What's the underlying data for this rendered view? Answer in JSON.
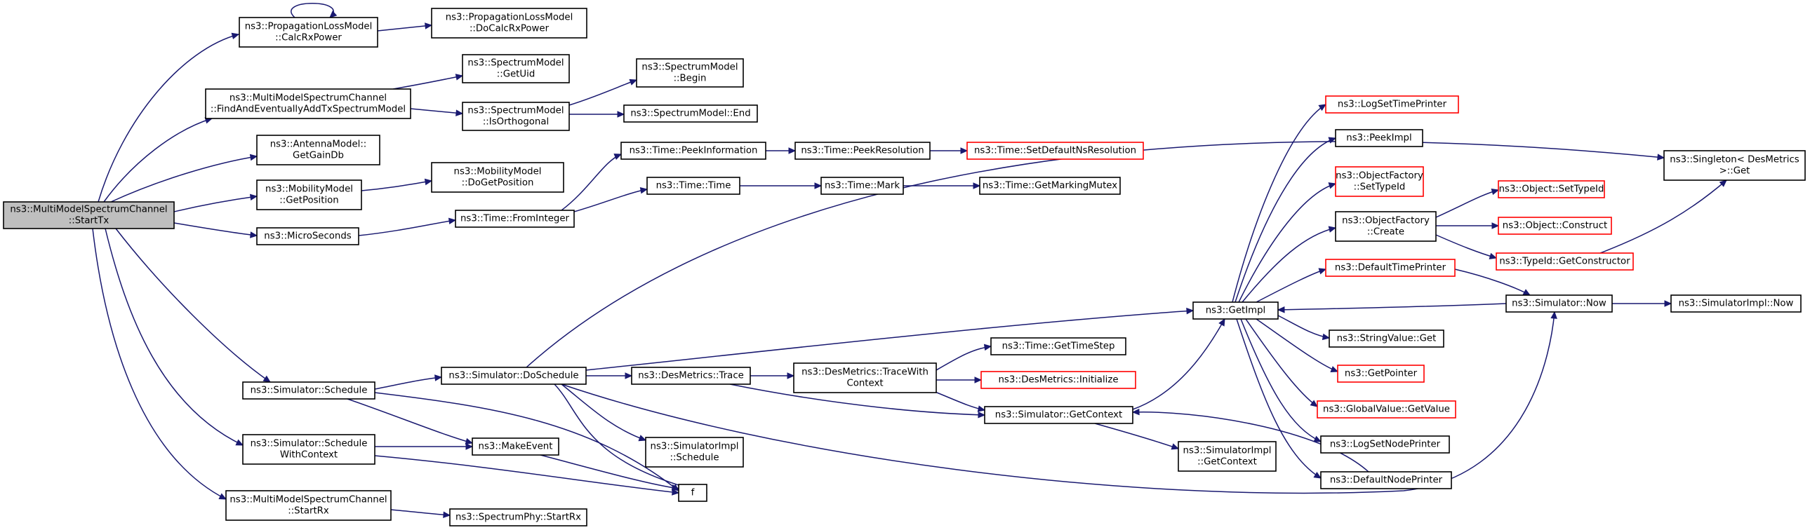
{
  "graph": {
    "title": "",
    "colors": {
      "edge": "#191970",
      "root_fill": "#bfbfbf",
      "node_border": "#000000",
      "truncated_border": "#ff0000"
    },
    "nodes": [
      {
        "id": "startTx",
        "lines": [
          "ns3::MultiModelSpectrumChannel",
          "::StartTx"
        ],
        "style": "root"
      },
      {
        "id": "calcRx",
        "lines": [
          "ns3::PropagationLossModel",
          "::CalcRxPower"
        ],
        "style": "normal"
      },
      {
        "id": "doCalcRx",
        "lines": [
          "ns3::PropagationLossModel",
          "::DoCalcRxPower"
        ],
        "style": "normal"
      },
      {
        "id": "findAdd",
        "lines": [
          "ns3::MultiModelSpectrumChannel",
          "::FindAndEventuallyAddTxSpectrumModel"
        ],
        "style": "normal"
      },
      {
        "id": "getUid",
        "lines": [
          "ns3::SpectrumModel",
          "::GetUid"
        ],
        "style": "normal"
      },
      {
        "id": "isOrth",
        "lines": [
          "ns3::SpectrumModel",
          "::IsOrthogonal"
        ],
        "style": "normal"
      },
      {
        "id": "smBegin",
        "lines": [
          "ns3::SpectrumModel",
          "::Begin"
        ],
        "style": "normal"
      },
      {
        "id": "smEnd",
        "lines": [
          "ns3::SpectrumModel::End"
        ],
        "style": "normal"
      },
      {
        "id": "gainDb",
        "lines": [
          "ns3::AntennaModel::",
          "GetGainDb"
        ],
        "style": "normal"
      },
      {
        "id": "getPos",
        "lines": [
          "ns3::MobilityModel",
          "::GetPosition"
        ],
        "style": "normal"
      },
      {
        "id": "doGetPos",
        "lines": [
          "ns3::MobilityModel",
          "::DoGetPosition"
        ],
        "style": "normal"
      },
      {
        "id": "micro",
        "lines": [
          "ns3::MicroSeconds"
        ],
        "style": "normal"
      },
      {
        "id": "fromInt",
        "lines": [
          "ns3::Time::FromInteger"
        ],
        "style": "normal"
      },
      {
        "id": "peekInfo",
        "lines": [
          "ns3::Time::PeekInformation"
        ],
        "style": "normal"
      },
      {
        "id": "peekRes",
        "lines": [
          "ns3::Time::PeekResolution"
        ],
        "style": "normal"
      },
      {
        "id": "setDefRes",
        "lines": [
          "ns3::Time::SetDefaultNsResolution"
        ],
        "style": "truncated"
      },
      {
        "id": "timeTime",
        "lines": [
          "ns3::Time::Time"
        ],
        "style": "normal"
      },
      {
        "id": "timeMark",
        "lines": [
          "ns3::Time::Mark"
        ],
        "style": "normal"
      },
      {
        "id": "markMutex",
        "lines": [
          "ns3::Time::GetMarkingMutex"
        ],
        "style": "normal"
      },
      {
        "id": "schedule",
        "lines": [
          "ns3::Simulator::Schedule"
        ],
        "style": "normal"
      },
      {
        "id": "doSchedule",
        "lines": [
          "ns3::Simulator::DoSchedule"
        ],
        "style": "normal"
      },
      {
        "id": "dmTrace",
        "lines": [
          "ns3::DesMetrics::Trace"
        ],
        "style": "normal"
      },
      {
        "id": "dmTraceCtx",
        "lines": [
          "ns3::DesMetrics::TraceWith",
          "Context"
        ],
        "style": "normal"
      },
      {
        "id": "getTimeStep",
        "lines": [
          "ns3::Time::GetTimeStep"
        ],
        "style": "normal"
      },
      {
        "id": "dmInit",
        "lines": [
          "ns3::DesMetrics::Initialize"
        ],
        "style": "truncated"
      },
      {
        "id": "simGetCtx",
        "lines": [
          "ns3::Simulator::GetContext"
        ],
        "style": "normal"
      },
      {
        "id": "simImplSched",
        "lines": [
          "ns3::SimulatorImpl",
          "::Schedule"
        ],
        "style": "normal"
      },
      {
        "id": "simImplCtx",
        "lines": [
          "ns3::SimulatorImpl",
          "::GetContext"
        ],
        "style": "normal"
      },
      {
        "id": "schedCtx",
        "lines": [
          "ns3::Simulator::Schedule",
          "WithContext"
        ],
        "style": "normal"
      },
      {
        "id": "makeEvent",
        "lines": [
          "ns3::MakeEvent"
        ],
        "style": "normal"
      },
      {
        "id": "f",
        "lines": [
          "f"
        ],
        "style": "normal"
      },
      {
        "id": "startRx",
        "lines": [
          "ns3::MultiModelSpectrumChannel",
          "::StartRx"
        ],
        "style": "normal"
      },
      {
        "id": "phyStartRx",
        "lines": [
          "ns3::SpectrumPhy::StartRx"
        ],
        "style": "normal"
      },
      {
        "id": "getImpl",
        "lines": [
          "ns3::GetImpl"
        ],
        "style": "normal"
      },
      {
        "id": "logSetTime",
        "lines": [
          "ns3::LogSetTimePrinter"
        ],
        "style": "truncated"
      },
      {
        "id": "peekImpl",
        "lines": [
          "ns3::PeekImpl"
        ],
        "style": "normal"
      },
      {
        "id": "ofSetTypeId",
        "lines": [
          "ns3::ObjectFactory",
          "::SetTypeId"
        ],
        "style": "truncated"
      },
      {
        "id": "ofCreate",
        "lines": [
          "ns3::ObjectFactory",
          "::Create"
        ],
        "style": "normal"
      },
      {
        "id": "objSetTypeId",
        "lines": [
          "ns3::Object::SetTypeId"
        ],
        "style": "truncated"
      },
      {
        "id": "objConstruct",
        "lines": [
          "ns3::Object::Construct"
        ],
        "style": "truncated"
      },
      {
        "id": "getCtor",
        "lines": [
          "ns3::TypeId::GetConstructor"
        ],
        "style": "truncated"
      },
      {
        "id": "singleton",
        "lines": [
          "ns3::Singleton< DesMetrics",
          " >::Get"
        ],
        "style": "normal"
      },
      {
        "id": "defTimePrinter",
        "lines": [
          "ns3::DefaultTimePrinter"
        ],
        "style": "truncated"
      },
      {
        "id": "simNow",
        "lines": [
          "ns3::Simulator::Now"
        ],
        "style": "normal"
      },
      {
        "id": "simImplNow",
        "lines": [
          "ns3::SimulatorImpl::Now"
        ],
        "style": "normal"
      },
      {
        "id": "strValGet",
        "lines": [
          "ns3::StringValue::Get"
        ],
        "style": "normal"
      },
      {
        "id": "getPointer",
        "lines": [
          "ns3::GetPointer"
        ],
        "style": "truncated"
      },
      {
        "id": "gvGetValue",
        "lines": [
          "ns3::GlobalValue::GetValue"
        ],
        "style": "truncated"
      },
      {
        "id": "logSetNode",
        "lines": [
          "ns3::LogSetNodePrinter"
        ],
        "style": "normal"
      },
      {
        "id": "defNodePrinter",
        "lines": [
          "ns3::DefaultNodePrinter"
        ],
        "style": "normal"
      }
    ]
  }
}
